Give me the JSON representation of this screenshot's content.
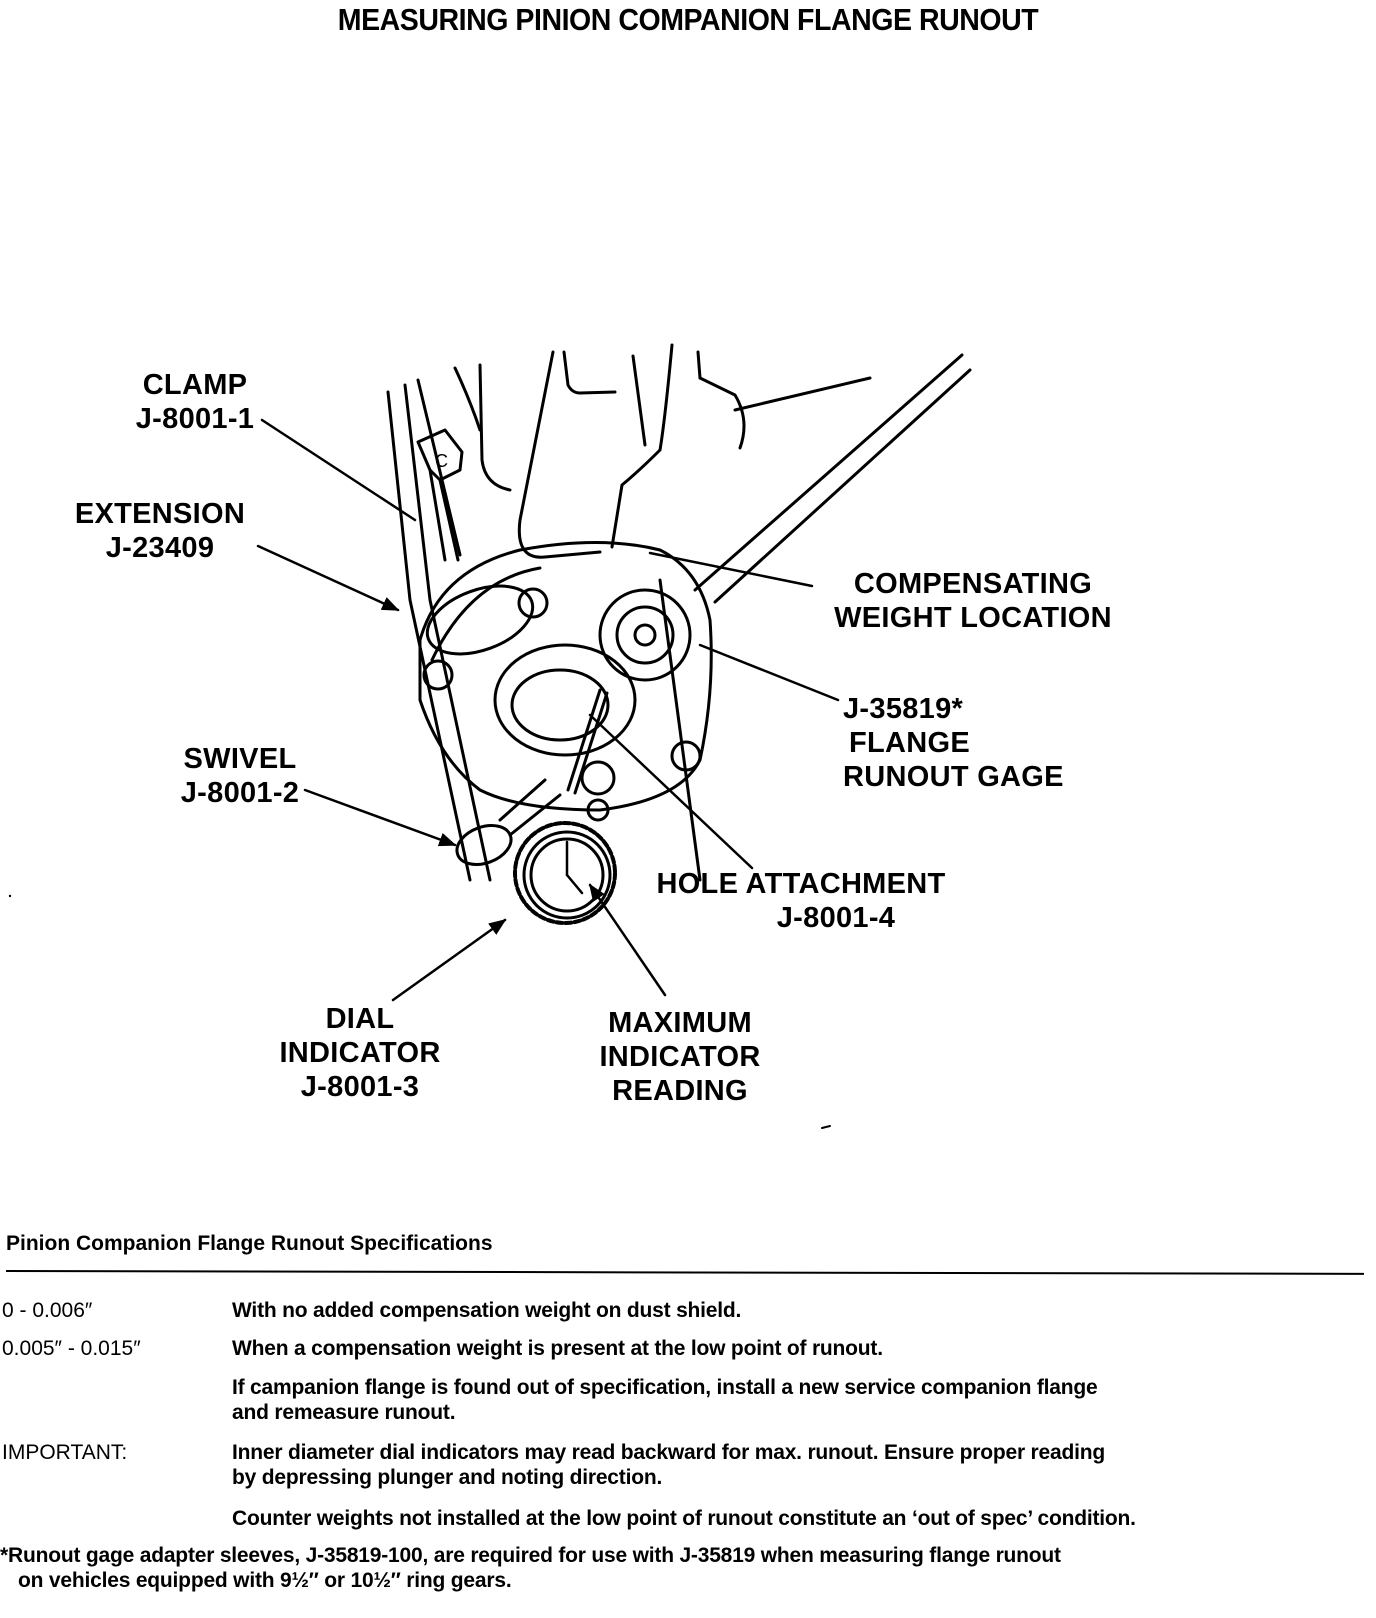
{
  "title": "MEASURING PINION COMPANION FLANGE RUNOUT",
  "labels": {
    "clamp": {
      "name": "CLAMP",
      "part": "J-8001-1"
    },
    "extension": {
      "name": "EXTENSION",
      "part": "J-23409"
    },
    "compensating": {
      "line1": "COMPENSATING",
      "line2": "WEIGHT LOCATION"
    },
    "gage": {
      "part": "J-35819*",
      "line2": "FLANGE",
      "line3": "RUNOUT GAGE"
    },
    "swivel": {
      "name": "SWIVEL",
      "part": "J-8001-2"
    },
    "hole": {
      "name": "HOLE ATTACHMENT",
      "part": "J-8001-4"
    },
    "dial": {
      "line1": "DIAL",
      "line2": "INDICATOR",
      "part": "J-8001-3"
    },
    "maximum": {
      "line1": "MAXIMUM",
      "line2": "INDICATOR",
      "line3": "READING"
    }
  },
  "specs": {
    "heading": "Pinion Companion Flange Runout Specifications",
    "rows": [
      {
        "key": "0 - 0.006″",
        "lines": [
          "With no added compensation weight on dust shield."
        ]
      },
      {
        "key": "0.005″ - 0.015″",
        "lines": [
          "When a compensation weight is present at the low point of runout."
        ]
      },
      {
        "key": "",
        "lines": [
          "If campanion flange is found out of specification, install a new service companion flange",
          "and remeasure runout."
        ]
      },
      {
        "key": "IMPORTANT:",
        "lines": [
          "Inner diameter dial indicators may read backward for max. runout. Ensure proper reading",
          "by depressing plunger and noting direction."
        ]
      },
      {
        "key": "",
        "lines": [
          "Counter weights not installed at the low point of runout constitute an ‘out of spec’ condition."
        ]
      }
    ],
    "footnote": [
      "*Runout gage adapter sleeves, J-35819-100, are required for use with J-35819 when measuring flange runout",
      "on vehicles equipped with 9½″ or 10½″ ring gears."
    ]
  }
}
